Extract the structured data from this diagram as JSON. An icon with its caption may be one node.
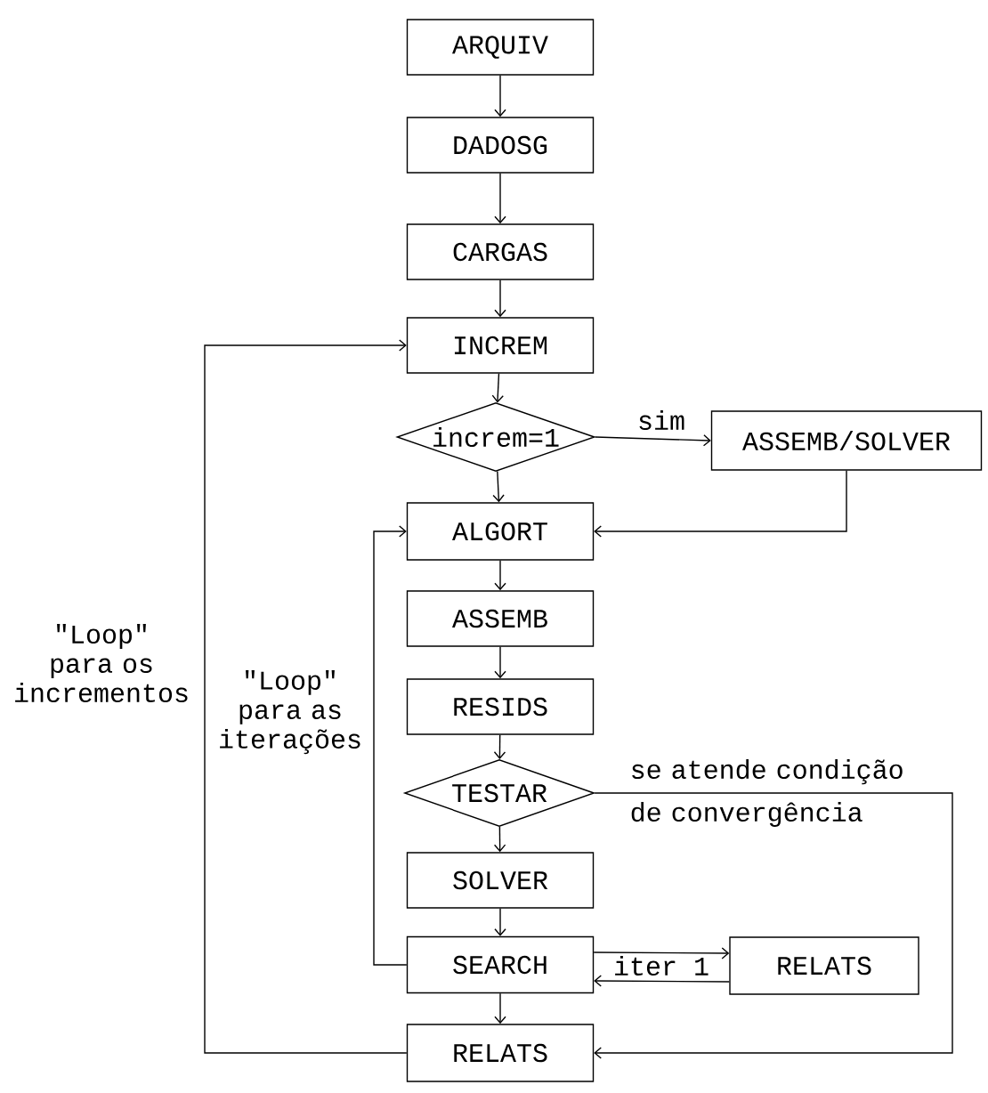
{
  "diagram": {
    "nodes": [
      {
        "text": [
          "ARQUIV"
        ]
      },
      {
        "text": [
          "DADOSG"
        ]
      },
      {
        "text": [
          "CARGAS"
        ]
      },
      {
        "text": [
          "INCREM"
        ]
      },
      {
        "text": [
          "increm=1"
        ]
      },
      {
        "text": [
          "ASSEMB/SOLVER"
        ]
      },
      {
        "text": [
          "ALGORT"
        ]
      },
      {
        "text": [
          "ASSEMB"
        ]
      },
      {
        "text": [
          "RESIDS"
        ]
      },
      {
        "text": [
          "TESTAR"
        ]
      },
      {
        "text": [
          "SOLVER"
        ]
      },
      {
        "text": [
          "SEARCH"
        ]
      },
      {
        "text": [
          "RELATS"
        ]
      },
      {
        "text": [
          "RELATS"
        ]
      }
    ],
    "edges": [
      {
        "from": 0,
        "to": 1,
        "arrow": "to"
      },
      {
        "from": 1,
        "to": 2,
        "arrow": "to"
      },
      {
        "from": 2,
        "to": 3,
        "arrow": "to"
      },
      {
        "from": 3,
        "to": 4,
        "arrow": "to"
      },
      {
        "from": 4,
        "to": 5,
        "arrow": "to",
        "label": "sim"
      },
      {
        "from": 4,
        "to": 6,
        "arrow": "to"
      },
      {
        "from": 5,
        "to": 6,
        "arrow": "to"
      },
      {
        "from": 6,
        "to": 7,
        "arrow": "to"
      },
      {
        "from": 7,
        "to": 8,
        "arrow": "to"
      },
      {
        "from": 8,
        "to": 9,
        "arrow": "to"
      },
      {
        "from": 9,
        "to": 10,
        "arrow": "to"
      },
      {
        "from": 9,
        "to": 13,
        "arrow": "to",
        "label": "se atende condição de convergência"
      },
      {
        "from": 10,
        "to": 11,
        "arrow": "to"
      },
      {
        "from": 11,
        "to": 12,
        "arrow": "to",
        "label": "iter 1"
      },
      {
        "from": 12,
        "to": 11,
        "arrow": "to"
      },
      {
        "from": 11,
        "to": 13,
        "arrow": "to"
      },
      {
        "from": 11,
        "to": 6,
        "arrow": "to",
        "label": "\"Loop\" para as iterações"
      },
      {
        "from": 13,
        "to": 3,
        "arrow": "to",
        "label": "\"Loop\" para os incrementos"
      }
    ]
  }
}
